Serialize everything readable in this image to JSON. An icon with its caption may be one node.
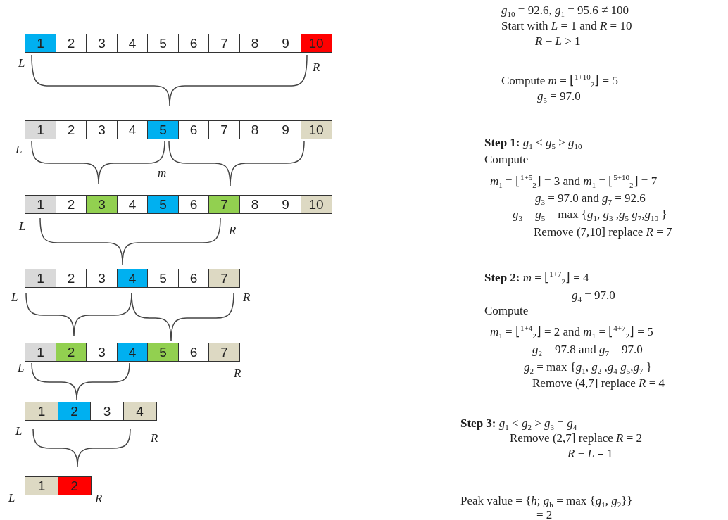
{
  "diagram": {
    "nodes": [
      {
        "text": [
          "1"
        ]
      },
      {
        "text": [
          "2"
        ]
      },
      {
        "text": [
          "3"
        ]
      },
      {
        "text": [
          "4"
        ]
      },
      {
        "text": [
          "5"
        ]
      },
      {
        "text": [
          "6"
        ]
      },
      {
        "text": [
          "7"
        ]
      },
      {
        "text": [
          "8"
        ]
      },
      {
        "text": [
          "9"
        ]
      },
      {
        "text": [
          "10"
        ]
      },
      {
        "text": [
          "1"
        ]
      },
      {
        "text": [
          "2"
        ]
      },
      {
        "text": [
          "3"
        ]
      },
      {
        "text": [
          "4"
        ]
      },
      {
        "text": [
          "5"
        ]
      },
      {
        "text": [
          "6"
        ]
      },
      {
        "text": [
          "7"
        ]
      },
      {
        "text": [
          "8"
        ]
      },
      {
        "text": [
          "9"
        ]
      },
      {
        "text": [
          "10"
        ]
      },
      {
        "text": [
          "1"
        ]
      },
      {
        "text": [
          "2"
        ]
      },
      {
        "text": [
          "3"
        ]
      },
      {
        "text": [
          "4"
        ]
      },
      {
        "text": [
          "5"
        ]
      },
      {
        "text": [
          "6"
        ]
      },
      {
        "text": [
          "7"
        ]
      },
      {
        "text": [
          "8"
        ]
      },
      {
        "text": [
          "9"
        ]
      },
      {
        "text": [
          "10"
        ]
      },
      {
        "text": [
          "1"
        ]
      },
      {
        "text": [
          "2"
        ]
      },
      {
        "text": [
          "3"
        ]
      },
      {
        "text": [
          "4"
        ]
      },
      {
        "text": [
          "5"
        ]
      },
      {
        "text": [
          "6"
        ]
      },
      {
        "text": [
          "7"
        ]
      },
      {
        "text": [
          "1"
        ]
      },
      {
        "text": [
          "2"
        ]
      },
      {
        "text": [
          "3"
        ]
      },
      {
        "text": [
          "4"
        ]
      },
      {
        "text": [
          "5"
        ]
      },
      {
        "text": [
          "6"
        ]
      },
      {
        "text": [
          "7"
        ]
      },
      {
        "text": [
          "1"
        ]
      },
      {
        "text": [
          "2"
        ]
      },
      {
        "text": [
          "3"
        ]
      },
      {
        "text": [
          "4"
        ]
      },
      {
        "text": [
          "1"
        ]
      },
      {
        "text": [
          "2"
        ]
      }
    ],
    "labels": [
      "*L*",
      "*R*",
      "*L*",
      "*m*",
      "*L*",
      "*R*",
      "*L*",
      "*R*",
      "*L*",
      "*R*",
      "*L*",
      "*R*",
      "*L*",
      "*R*",
      "*g*$_{10}$ = 92.6,  *g*$_{1}$ = 95.6 ≠ 100",
      "Start with *L* = 1 and *R* = 10",
      "*R* − *L* > 1",
      "Compute *m* = ⌊$^{1+10}$$_{2}$⌋ = 5",
      "*g*$_{5}$ = 97.0",
      "**Step 1:** *g*$_{1}$ < *g*$_{5}$ > *g*$_{10}$",
      "Compute",
      "*m*$_{1}$ = ⌊$^{1+5}$$_{2}$⌋ = 3 and *m*$_{1}$ = ⌊$^{5+10}$$_{2}$⌋ = 7",
      "*g*$_{3}$ = 97.0 and *g*$_{7}$ = 92.6",
      "*g*$_{3}$ = *g*$_{5}$ = max {*g*$_{1}$, *g*$_{3}$ ,*g*$_{5}$ *g*$_{7}$,*g*$_{10}$ }",
      "Remove (7,10] replace *R* = 7",
      "**Step 2:** *m* = ⌊$^{1+7}$$_{2}$⌋ = 4",
      "*g*$_{4}$ = 97.0",
      "Compute",
      "*m*$_{1}$ = ⌊$^{1+4}$$_{2}$⌋ = 2 and *m*$_{1}$ = ⌊$^{4+7}$$_{2}$⌋ = 5",
      "*g*$_{2}$ = 97.8 and *g*$_{7}$ = 97.0",
      "*g*$_{2}$ = max {*g*$_{1}$, *g*$_{2}$ ,*g*$_{4}$ *g*$_{5}$,*g*$_{7}$ }",
      "Remove (4,7] replace *R* = 4",
      "**Step 3:** *g*$_{1}$ < *g*$_{2}$ > *g*$_{3}$ = *g*$_{4}$",
      "Remove (2,7] replace *R* = 2",
      "*R* − *L* = 1",
      "Peak value = {*h*; *g*$_{h}$ = max {*g*$_{1}$, *g*$_{2}$}}",
      "= 2"
    ]
  }
}
